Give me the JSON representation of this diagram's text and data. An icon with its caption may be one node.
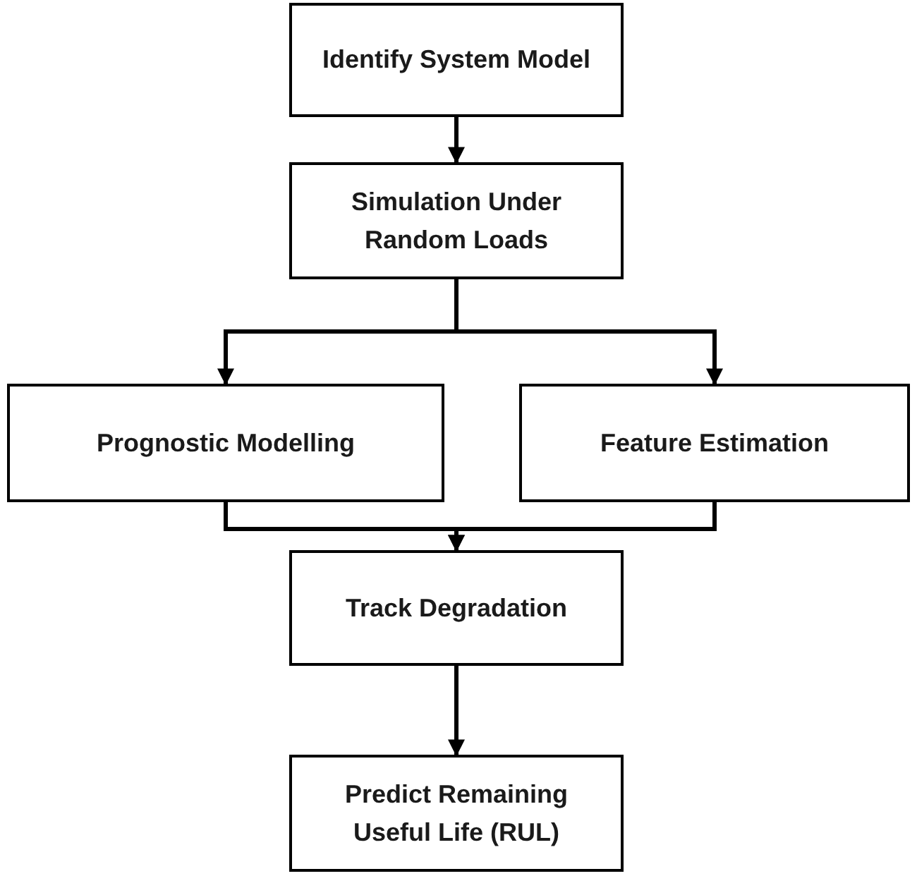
{
  "diagram": {
    "nodes": [
      {
        "text": [
          "Identify System Model"
        ]
      },
      {
        "text": [
          "Simulation Under Random Loads"
        ]
      },
      {
        "text": [
          "Prognostic Modelling"
        ]
      },
      {
        "text": [
          "Feature Estimation"
        ]
      },
      {
        "text": [
          "Track Degradation"
        ]
      },
      {
        "text": [
          "Predict Remaining Useful Life (RUL)"
        ]
      }
    ],
    "edges": [
      {
        "from": 0,
        "to": 1,
        "arrow": "to"
      },
      {
        "from": 1,
        "to": 2,
        "arrow": "to"
      },
      {
        "from": 1,
        "to": 3,
        "arrow": "to"
      },
      {
        "from": 2,
        "to": 4,
        "arrow": "to"
      },
      {
        "from": 3,
        "to": 4,
        "arrow": "to"
      },
      {
        "from": 4,
        "to": 5,
        "arrow": "to"
      }
    ]
  }
}
